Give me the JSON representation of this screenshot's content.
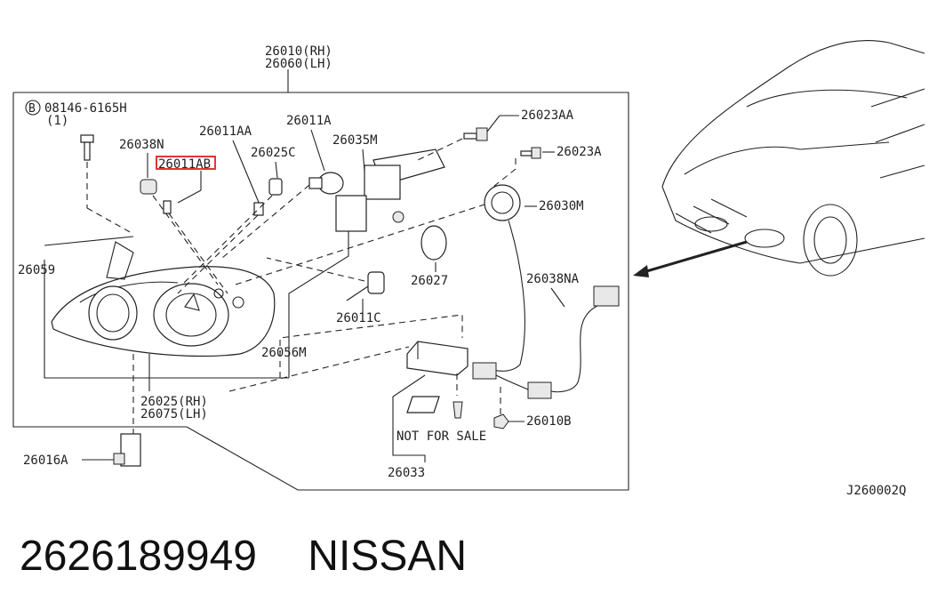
{
  "diagram": {
    "assembly_rh": "26010(RH)",
    "assembly_lh": "26060(LH)",
    "bolt_spec": "08146-6165H",
    "bolt_qty": "(1)",
    "bolt_badge": "B",
    "labels": {
      "l26059": "26059",
      "l26038N": "26038N",
      "l26011AB": "26011AB",
      "l26011AA": "26011AA",
      "l26025C": "26025C",
      "l26011A": "26011A",
      "l26035M": "26035M",
      "l26023AA": "26023AA",
      "l26023A": "26023A",
      "l26030M": "26030M",
      "l26027": "26027",
      "l26038NA": "26038NA",
      "l26011C": "26011C",
      "l26056M": "26056M",
      "l26025RH": "26025(RH)",
      "l26075LH": "26075(LH)",
      "l26010B": "26010B",
      "l26016A": "26016A",
      "l26033": "26033",
      "not_for_sale": "NOT FOR SALE"
    },
    "diagram_code": "J260002Q",
    "highlight_color": "#e02020"
  },
  "footer": {
    "part_number": "2626189949",
    "brand": "NISSAN"
  }
}
